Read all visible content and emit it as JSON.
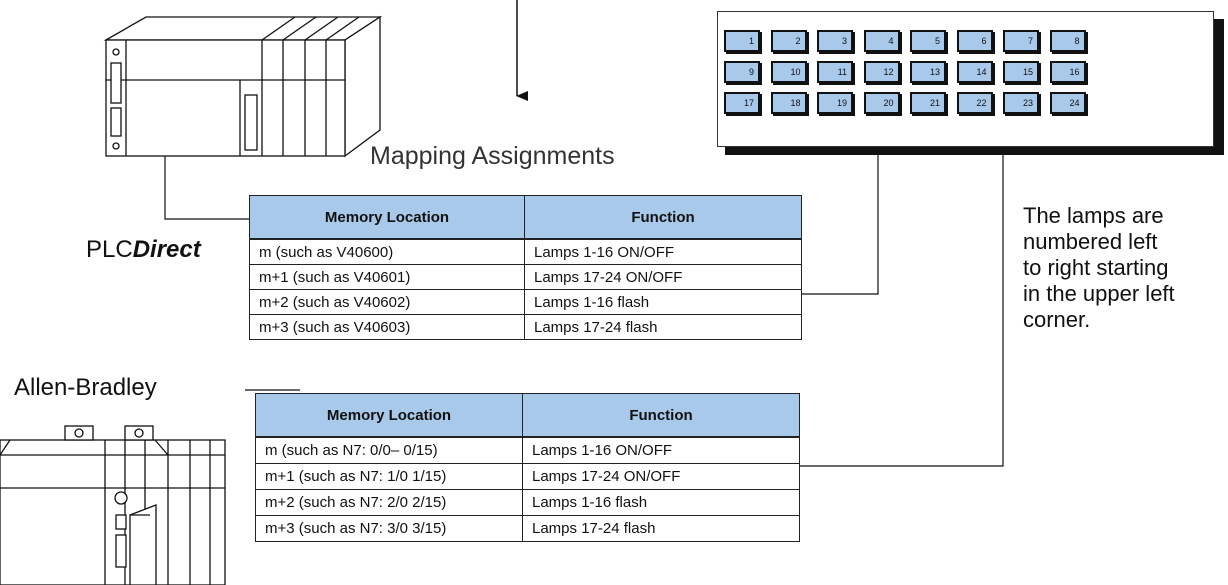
{
  "title": "Mapping Assignments",
  "plc_label": {
    "prefix": "PLC",
    "emph": "Direct"
  },
  "ab_label": "Allen-Bradley",
  "lamp_note": "The lamps are\nnumbered left\nto right starting\nin the upper left\ncorner.",
  "lamps": [
    "1",
    "2",
    "3",
    "4",
    "5",
    "6",
    "7",
    "8",
    "9",
    "10",
    "11",
    "12",
    "13",
    "14",
    "15",
    "16",
    "17",
    "18",
    "19",
    "20",
    "21",
    "22",
    "23",
    "24"
  ],
  "plc_table": {
    "headers": [
      "Memory Location",
      "Function"
    ],
    "rows": [
      [
        "m  (such as V40600)",
        "Lamps 1-16 ON/OFF"
      ],
      [
        "m+1  (such as V40601)",
        "Lamps 17-24 ON/OFF"
      ],
      [
        "m+2  (such as V40602)",
        "Lamps 1-16 flash"
      ],
      [
        "m+3  (such as V40603)",
        "Lamps 17-24 flash"
      ]
    ]
  },
  "ab_table": {
    "headers": [
      "Memory Location",
      "Function"
    ],
    "rows": [
      [
        "m  (such as N7: 0/0– 0/15)",
        "Lamps 1-16 ON/OFF"
      ],
      [
        "m+1  (such as N7: 1/0  1/15)",
        "Lamps 17-24 ON/OFF"
      ],
      [
        "m+2  (such as N7: 2/0  2/15)",
        "Lamps 1-16 flash"
      ],
      [
        "m+3  (such as N7: 3/0  3/15)",
        "Lamps 17-24 flash"
      ]
    ]
  },
  "colors": {
    "table_header": "#a9c9ea",
    "lamp": "#a9c9ea"
  }
}
